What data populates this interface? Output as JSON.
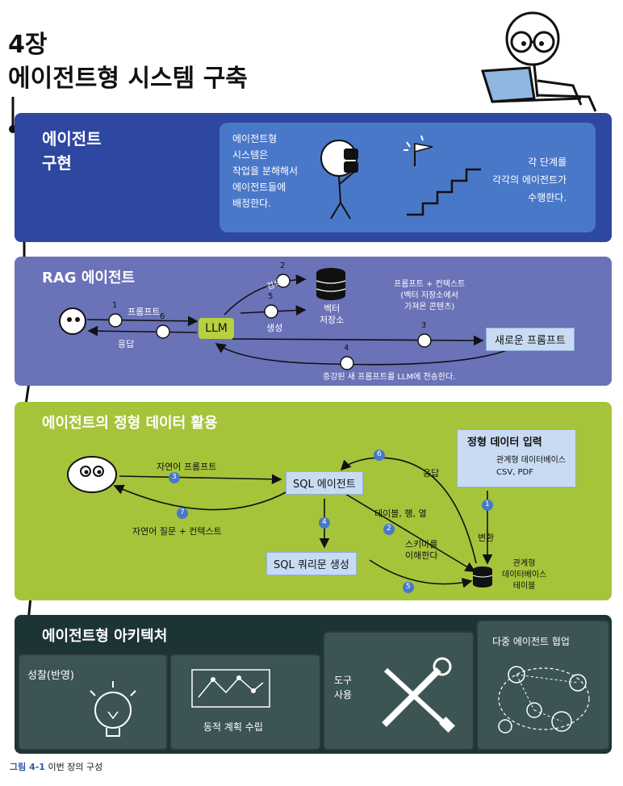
{
  "header": {
    "chapter": "4장",
    "title": "에이전트형 시스템 구축"
  },
  "band1": {
    "title_line1": "에이전트",
    "title_line2": "구현",
    "left_text": [
      "에이전트형",
      "시스템은",
      "작업을 분해해서",
      "에이전트들에",
      "배정한다."
    ],
    "right_text": [
      "각 단계를",
      "각각의 에이전트가",
      "수행한다."
    ]
  },
  "band2": {
    "title": "RAG 에이전트",
    "llm_label": "LLM",
    "db_label": [
      "벡터",
      "저장소"
    ],
    "new_prompt_label": "새로운 프롬프트",
    "edges": {
      "prompt": "프롬프트",
      "search": "검색",
      "generate": "생성",
      "response": "응답",
      "prompt_context": [
        "프롬프트 + 컨텍스트",
        "(벡터 저장소에서",
        "가져온 콘텐츠)"
      ],
      "augmented": "증강된 새 프롬프트를 LLM에 전송한다."
    },
    "steps": [
      "1",
      "2",
      "3",
      "4",
      "5",
      "6"
    ]
  },
  "band3": {
    "title": "에이전트의 정형 데이터 활용",
    "sql_agent_label": "SQL 에이전트",
    "sql_query_label": "SQL 쿼리문 생성",
    "input_box_title": "정형 데이터 입력",
    "input_box_lines": [
      "관계형 데이터베이스",
      "CSV, PDF"
    ],
    "db_label": [
      "관계형",
      "데이터베이스",
      "테이블"
    ],
    "edges": {
      "natural_prompt": "자연어 프롬프트",
      "natural_question": "자연어 질문 + 컨텍스트",
      "response": "응답",
      "table_row_col": "테이블, 행, 열",
      "understand_schema": [
        "스키마를",
        "이해한다"
      ],
      "convert": "변환"
    },
    "steps": [
      "1",
      "2",
      "3",
      "4",
      "5",
      "6",
      "7"
    ]
  },
  "band4": {
    "title": "에이전트형 아키텍처",
    "reflection": "성찰(반영)",
    "planning": "동적 계획 수립",
    "tools": [
      "도구",
      "사용"
    ],
    "multi_agent": "다중 에이전트 협업"
  },
  "caption": {
    "figure": "그림 4-1",
    "text": "이번 장의 구성"
  },
  "colors": {
    "band1": "#2e47a0",
    "band1_panel": "#4a78c8",
    "band2": "#6a72b8",
    "band3": "#a6c43a",
    "band4": "#1d3436",
    "llm": "#b7d03d",
    "box": "#c9dbf3",
    "caption_blue": "#2e5aa8"
  }
}
